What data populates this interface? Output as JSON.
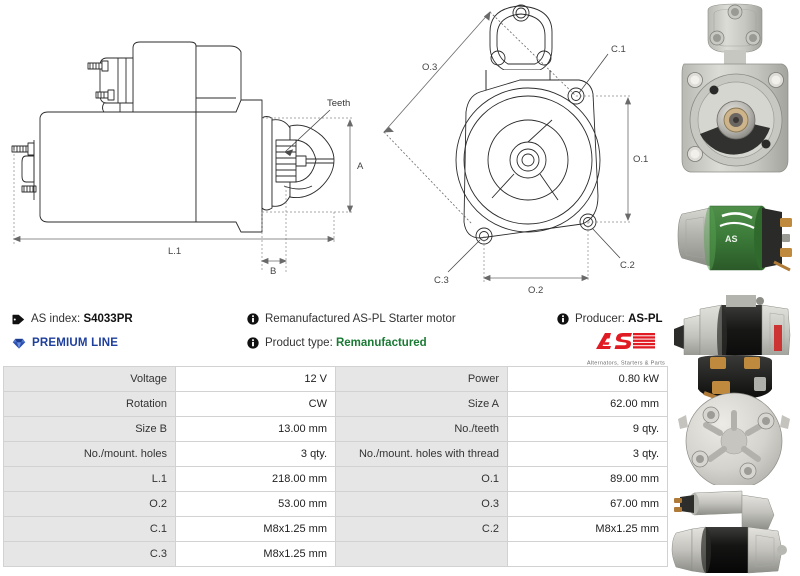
{
  "product": {
    "as_index_label": "AS index:",
    "as_index_value": "S4033PR",
    "premium_line": "PREMIUM LINE",
    "description": "Remanufactured AS-PL Starter motor",
    "product_type_label": "Product type:",
    "product_type_value": "Remanufactured",
    "producer_label": "Producer:",
    "producer_value": "AS-PL"
  },
  "logo": {
    "mark": "AS",
    "tagline": "Alternators, Starters & Parts",
    "color": "#e01b24"
  },
  "colors": {
    "premium_blue": "#1f3f9c",
    "type_green": "#1a7a34",
    "table_header_bg": "#e6e6e6",
    "table_border": "#d2d2d2"
  },
  "icons": {
    "tag": "tag-icon",
    "diamond": "diamond-icon",
    "info": "info-icon"
  },
  "drawing_side": {
    "labels": [
      "Teeth",
      "L.1",
      "A",
      "B"
    ]
  },
  "drawing_front": {
    "labels": [
      "O.3",
      "C.1",
      "O.1",
      "C.2",
      "C.3",
      "O.2"
    ]
  },
  "spec_table": {
    "rows": [
      {
        "k1": "Voltage",
        "v1": "12 V",
        "k2": "Power",
        "v2": "0.80 kW"
      },
      {
        "k1": "Rotation",
        "v1": "CW",
        "k2": "Size A",
        "v2": "62.00 mm"
      },
      {
        "k1": "Size B",
        "v1": "13.00 mm",
        "k2": "No./teeth",
        "v2": "9 qty."
      },
      {
        "k1": "No./mount. holes",
        "v1": "3 qty.",
        "k2": "No./mount. holes with thread",
        "v2": "3 qty."
      },
      {
        "k1": "L.1",
        "v1": "218.00 mm",
        "k2": "O.1",
        "v2": "89.00 mm"
      },
      {
        "k1": "O.2",
        "v1": "53.00 mm",
        "k2": "O.3",
        "v2": "67.00 mm"
      },
      {
        "k1": "C.1",
        "v1": "M8x1.25 mm",
        "k2": "C.2",
        "v2": "M8x1.25 mm"
      },
      {
        "k1": "C.3",
        "v1": "M8x1.25 mm",
        "k2": "",
        "v2": ""
      }
    ]
  },
  "photos": [
    {
      "name": "starter-front-flange-view"
    },
    {
      "name": "starter-solenoid-top-view"
    },
    {
      "name": "starter-side-view-black-body"
    },
    {
      "name": "starter-drive-end-face-view"
    },
    {
      "name": "starter-side-view-full"
    }
  ]
}
